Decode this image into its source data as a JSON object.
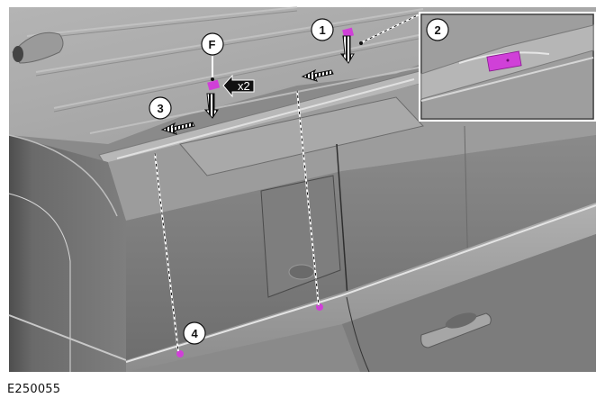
{
  "figure": {
    "id_label": "E250055",
    "colors": {
      "clip_highlight": "#d040d8",
      "body_dark": "#5a5a5a",
      "body_mid": "#7a7a7a",
      "roof_light": "#a8a8a8",
      "inset_border": "#ffffff"
    },
    "callouts": [
      {
        "label": "1",
        "target": "roof rail clip (front)"
      },
      {
        "label": "2",
        "target": "inset detail of clip"
      },
      {
        "label": "3",
        "target": "slide direction"
      },
      {
        "label": "4",
        "target": "lower sill clip"
      },
      {
        "label": "F",
        "target": "clip location"
      }
    ],
    "multiplier_label": "x2",
    "icons": [
      "push-down-arrow-icon",
      "slide-left-arrow-icon",
      "pointer-arrow-icon"
    ]
  }
}
